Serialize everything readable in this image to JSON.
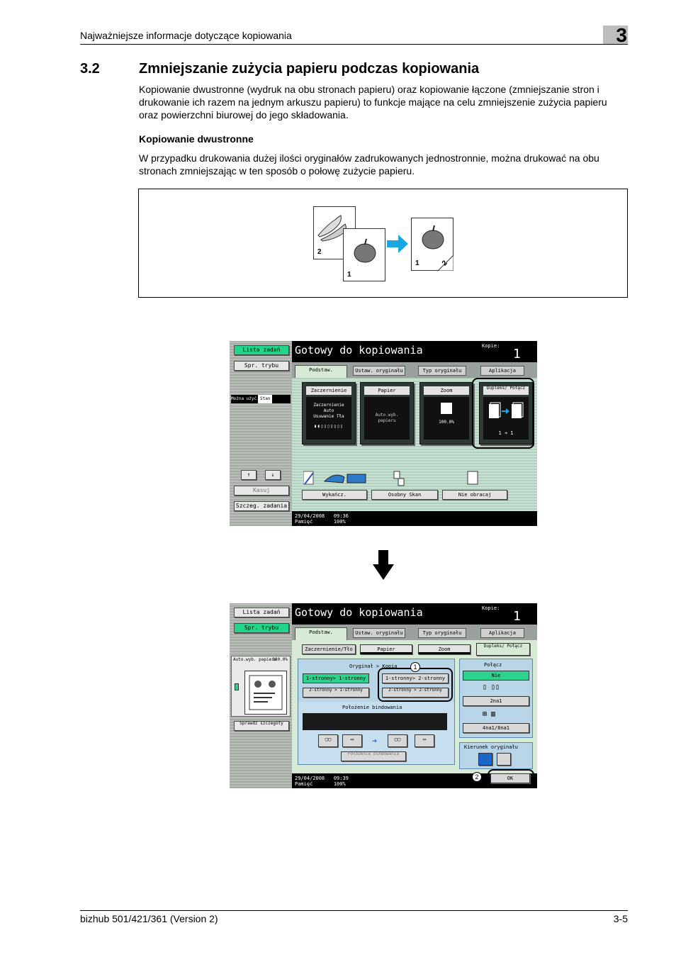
{
  "header": {
    "running_title": "Najważniejsze informacje dotyczące kopiowania",
    "chapter": "3"
  },
  "section": {
    "number": "3.2",
    "title": "Zmniejszanie zużycia papieru podczas kopiowania",
    "intro": "Kopiowanie dwustronne (wydruk na obu stronach papieru) oraz kopiowanie łączone (zmniejszanie stron i drukowanie ich razem na jednym arkuszu papieru) to funkcje mające na celu zmniejszenie zużycia papieru oraz powierzchni biurowej do jego składowania.",
    "subheading": "Kopiowanie dwustronne",
    "body": "W przypadku drukowania dużej ilości oryginałów zadrukowanych jednostronnie, można drukować na obu stronach zmniejszając w ten sposób o połowę zużycie papieru."
  },
  "illustration": {
    "page_back": "2",
    "page_front": "1",
    "out_front": "1",
    "out_back": "2",
    "arrow_color": "#1aa6e0"
  },
  "screen1": {
    "left": {
      "job_list": "Lista zadań",
      "check_mode": "Spr. trybu",
      "avail_label": "Można użyć.",
      "state_label": "Stan",
      "delete": "Kasuj",
      "job_details": "Szczeg. zadania"
    },
    "title": "Gotowy do kopiowania",
    "copies_label": "Kopie:",
    "copies": "1",
    "tabs": [
      "Podstaw.",
      "Ustaw. oryginału",
      "Typ oryginału",
      "Aplikacja"
    ],
    "functions": [
      {
        "label": "Zaczernienie",
        "value_line1": "Zaczernienie",
        "value_line2": "Auto",
        "value_line3": "Usuwanie Tła"
      },
      {
        "label": "Papier",
        "value_line1": "Auto.wyb.",
        "value_line2": "papieru"
      },
      {
        "label": "Zoom",
        "value_line1": "100.0%"
      },
      {
        "label": "Dupleks/ Połącz",
        "value_line1": "1 ➔ 1"
      }
    ],
    "bottom_buttons": [
      "Wykańcz.",
      "Osobny Skan",
      "Nie obracaj"
    ],
    "status": {
      "date": "29/04/2008",
      "time": "09:36",
      "memory_label": "Pamięć",
      "memory": "100%"
    }
  },
  "screen2": {
    "left": {
      "job_list": "Lista zadań",
      "check_mode": "Spr. trybu",
      "paper": "Auto.wyb. papieru",
      "zoom": "100.0%",
      "check_details": "Sprawdz szczegóły"
    },
    "title": "Gotowy do kopiowania",
    "copies_label": "Kopie:",
    "copies": "1",
    "tabs": [
      "Podstaw.",
      "Ustaw. oryginału",
      "Typ oryginału",
      "Aplikacja"
    ],
    "subtabs": [
      "Zaczernienie/Tło",
      "Papier",
      "Zoom",
      "Dupleks/ Połącz"
    ],
    "original_copy_label": "Oryginał > Kopia",
    "options": [
      "1-stronny> 1-stronny",
      "1-stronny> 2-stronny",
      "2-stronny > 1-stronny",
      "2-stronny > 2-stronny"
    ],
    "binding_label": "Położenie bindowania",
    "binding_button": "Położenie bindowania",
    "combine_label": "Połącz",
    "combine_options": [
      "Nie",
      "2na1",
      "4na1/8na1"
    ],
    "orientation_label": "Kierunek oryginału",
    "ok": "OK",
    "callout1": "1",
    "callout2": "2",
    "status": {
      "date": "29/04/2008",
      "time": "09:39",
      "memory_label": "Pamięć",
      "memory": "100%"
    }
  },
  "footer": {
    "product": "bizhub 501/421/361 (Version 2)",
    "page": "3-5"
  }
}
